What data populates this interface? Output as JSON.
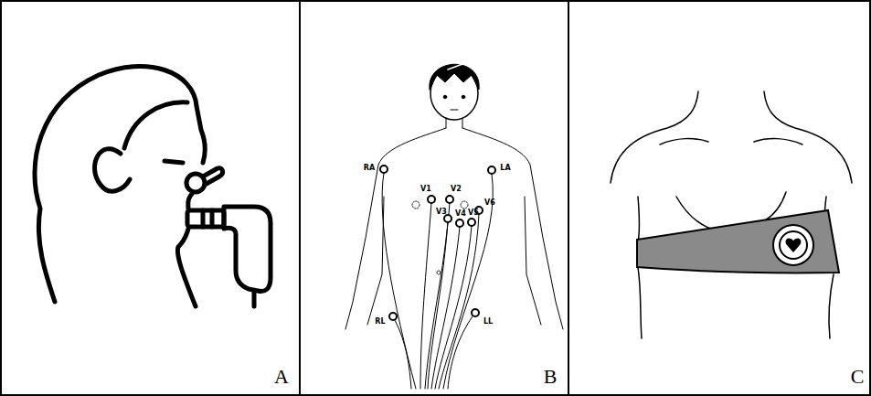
{
  "diagram": {
    "labels": [
      "A",
      "B",
      "C",
      "RA",
      "LA",
      "V1",
      "V2",
      "V3",
      "V4",
      "V5",
      "V6",
      "RL",
      "LL"
    ]
  }
}
